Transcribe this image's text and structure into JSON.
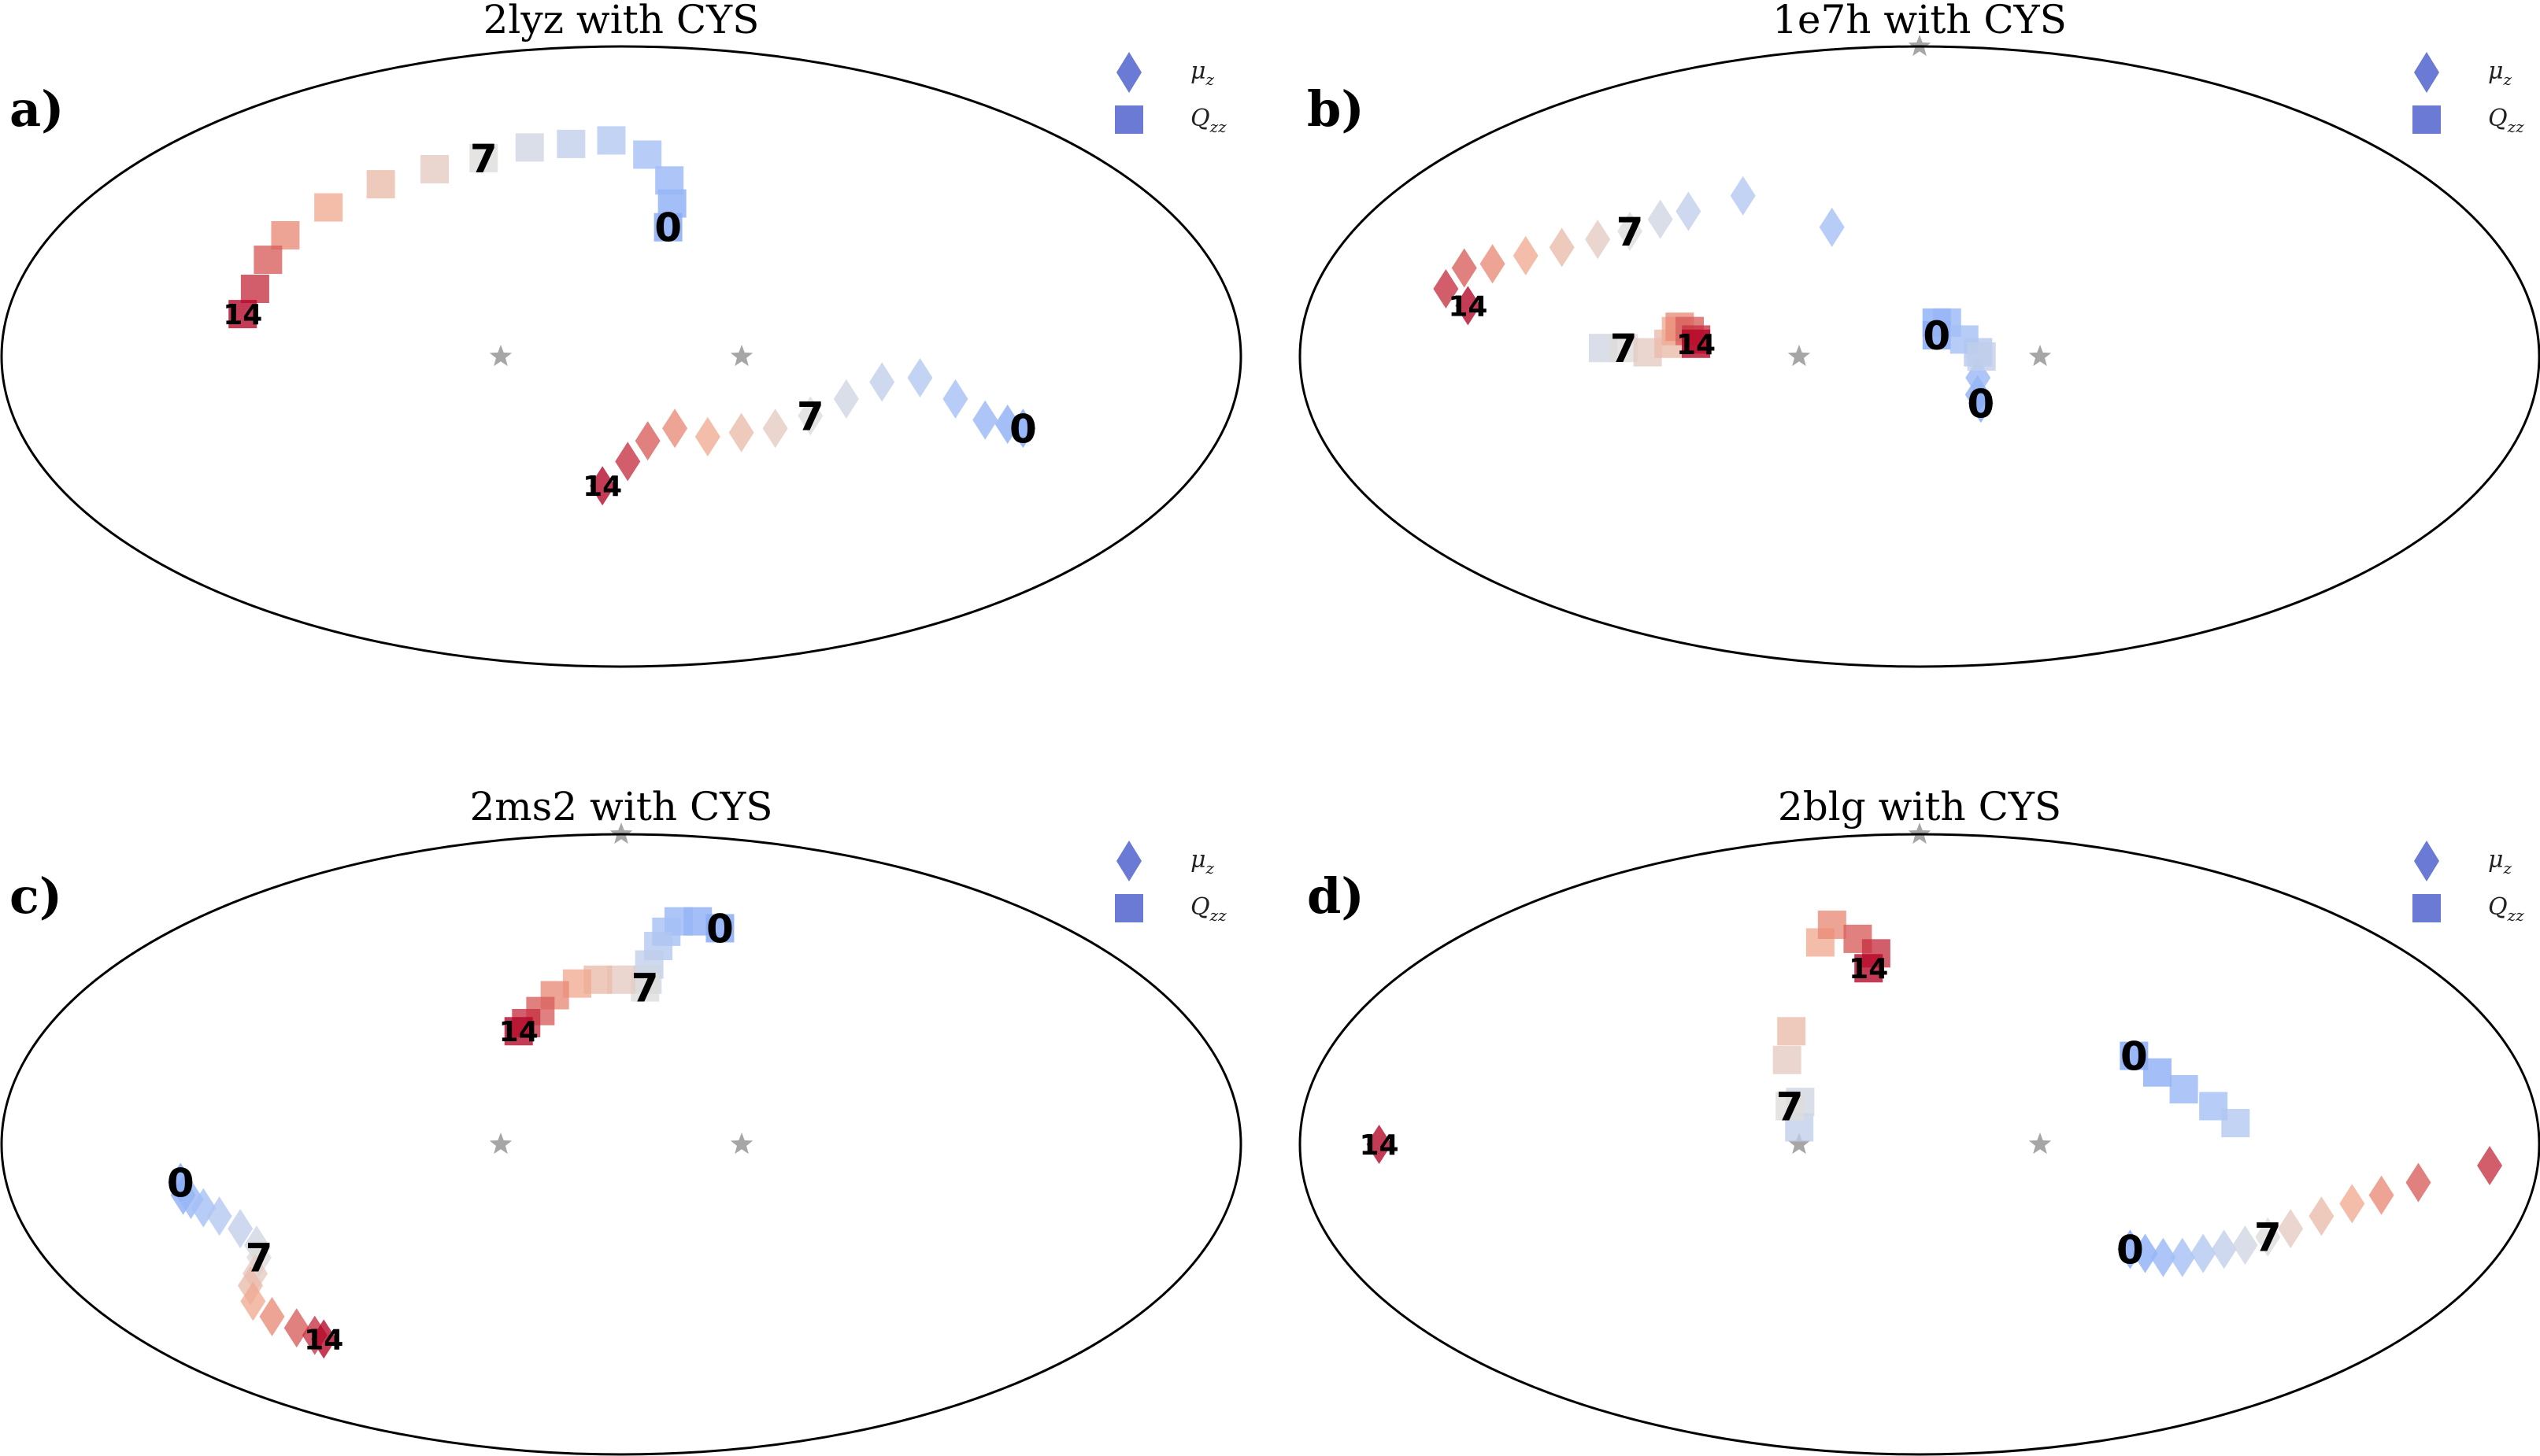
{
  "colors": {
    "start": "#3b4cc0",
    "mid": "#dddddd",
    "end": "#b40426",
    "legend_marker": "#5a6bd0",
    "star": "#a6a6a6"
  },
  "chart_data": [
    {
      "type": "scatter",
      "projection": "mollweide",
      "panel_label": "a)",
      "title": "2lyz with CYS",
      "grid": false,
      "legend_placement": "top-right",
      "legend": [
        {
          "symbol": "diamond",
          "label": "μ",
          "subscript": "z"
        },
        {
          "symbol": "square",
          "label": "Q",
          "subscript": "zz"
        }
      ],
      "frame_range": [
        0,
        14
      ],
      "reference_stars": [
        [
          -35,
          0
        ],
        [
          35,
          0
        ]
      ],
      "series": [
        {
          "name": "μ_z",
          "marker": "diamond",
          "lon": [
            120,
            115,
            108,
            98,
            87,
            76,
            66,
            56,
            46,
            36,
            26,
            16,
            8,
            2,
            -6
          ],
          "lat": [
            -17,
            -16,
            -15,
            -10,
            -5,
            -6,
            -10,
            -14,
            -17,
            -18,
            -19,
            -17,
            -20,
            -25,
            -31
          ],
          "annotations": [
            {
              "frame": 0,
              "text": "0"
            },
            {
              "frame": 7,
              "text": "7"
            },
            {
              "frame": 14,
              "text": "14"
            }
          ]
        },
        {
          "name": "Q_zz",
          "marker": "square",
          "lon": [
            15,
            17,
            17,
            10,
            -4,
            -20,
            -36,
            -52,
            -68,
            -84,
            -97,
            -106,
            -108,
            -109,
            -111
          ],
          "lat": [
            31,
            37,
            43,
            50,
            54,
            53,
            52,
            49,
            46,
            42,
            36,
            29,
            23,
            16,
            10
          ],
          "annotations": [
            {
              "frame": 0,
              "text": "0"
            },
            {
              "frame": 7,
              "text": "7"
            },
            {
              "frame": 14,
              "text": "14"
            }
          ]
        }
      ]
    },
    {
      "type": "scatter",
      "projection": "mollweide",
      "panel_label": "b)",
      "title": "1e7h with CYS",
      "grid": false,
      "legend_placement": "top-right",
      "legend": [
        {
          "symbol": "diamond",
          "label": "μ",
          "subscript": "z"
        },
        {
          "symbol": "square",
          "label": "Q",
          "subscript": "zz"
        }
      ],
      "frame_range": [
        0,
        14
      ],
      "reference_stars": [
        [
          0,
          90
        ],
        [
          -35,
          0
        ],
        [
          35,
          0
        ]
      ],
      "series": [
        {
          "name": "μ_z",
          "marker": "diamond",
          "lon": [
            18,
            17,
            17,
            -28,
            -60,
            -76,
            -84,
            -92,
            -101,
            -111,
            -121,
            -130,
            -138,
            -141,
            -133
          ],
          "lat": [
            -11,
            -9,
            -5,
            31,
            39,
            35,
            33,
            30,
            28,
            26,
            24,
            22,
            21,
            16,
            12
          ],
          "annotations": [
            {
              "frame": 0,
              "text": "0"
            },
            {
              "frame": 7,
              "text": "7"
            },
            {
              "frame": 14,
              "text": "14"
            }
          ]
        },
        {
          "name": "Q_zz",
          "marker": "square",
          "lon": [
            5,
            5,
            8,
            13,
            17,
            18,
            -92,
            -86,
            -79,
            -73,
            -71,
            -70,
            -67,
            -65,
            -65
          ],
          "lat": [
            5,
            8,
            8,
            4,
            1,
            0,
            2,
            2,
            1,
            3,
            6,
            7,
            6,
            4,
            3
          ],
          "annotations": [
            {
              "frame": 0,
              "text": "0"
            },
            {
              "frame": 7,
              "text": "7"
            },
            {
              "frame": 14,
              "text": "14"
            }
          ]
        }
      ]
    },
    {
      "type": "scatter",
      "projection": "mollweide",
      "panel_label": "c)",
      "title": "2ms2 with CYS",
      "grid": false,
      "legend_placement": "top-right",
      "legend": [
        {
          "symbol": "diamond",
          "label": "μ",
          "subscript": "z"
        },
        {
          "symbol": "square",
          "label": "Q",
          "subscript": "zz"
        }
      ],
      "frame_range": [
        0,
        14
      ],
      "reference_stars": [
        [
          0,
          90
        ],
        [
          -35,
          0
        ],
        [
          35,
          0
        ]
      ],
      "series": [
        {
          "name": "μ_z",
          "marker": "diamond",
          "lon": [
            -129,
            -129,
            -127,
            -124,
            -120,
            -115,
            -112,
            -113,
            -117,
            -121,
            -124,
            -122,
            -117,
            -113,
            -111
          ],
          "lat": [
            -9,
            -12,
            -13,
            -15,
            -17,
            -20,
            -24,
            -27,
            -31,
            -34,
            -38,
            -42,
            -45,
            -47,
            -48
          ],
          "annotations": [
            {
              "frame": 0,
              "text": "0"
            },
            {
              "frame": 7,
              "text": "7"
            },
            {
              "frame": 14,
              "text": "14"
            }
          ]
        },
        {
          "name": "Q_zz",
          "marker": "square",
          "lon": [
            40,
            32,
            24,
            18,
            14,
            10,
            9,
            8,
            0,
            -8,
            -15,
            -22,
            -26,
            -30,
            -32
          ],
          "lat": [
            54,
            56,
            56,
            53,
            49,
            44,
            40,
            38,
            40,
            40,
            39,
            36,
            32,
            29,
            27
          ],
          "annotations": [
            {
              "frame": 0,
              "text": "0"
            },
            {
              "frame": 7,
              "text": "7"
            },
            {
              "frame": 14,
              "text": "14"
            }
          ]
        }
      ]
    },
    {
      "type": "scatter",
      "projection": "mollweide",
      "panel_label": "d)",
      "title": "2blg with CYS",
      "grid": false,
      "legend_placement": "top-right",
      "legend": [
        {
          "symbol": "diamond",
          "label": "μ",
          "subscript": "z"
        },
        {
          "symbol": "square",
          "label": "Q",
          "subscript": "zz"
        }
      ],
      "frame_range": [
        0,
        14
      ],
      "reference_stars": [
        [
          0,
          90
        ],
        [
          -35,
          0
        ],
        [
          35,
          0
        ]
      ],
      "series": [
        {
          "name": "μ_z",
          "marker": "diamond",
          "lon": [
            65,
            70,
            76,
            82,
            88,
            94,
            100,
            106,
            112,
            120,
            128,
            136,
            146,
            166,
            -157
          ],
          "lat": [
            -25,
            -26,
            -27,
            -27,
            -26,
            -25,
            -24,
            -22,
            -20,
            -17,
            -14,
            -12,
            -9,
            -5,
            0
          ],
          "annotations": [
            {
              "frame": 0,
              "text": "0"
            },
            {
              "frame": 7,
              "text": "7"
            },
            {
              "frame": 14,
              "text": "14"
            }
          ]
        },
        {
          "name": "Q_zz",
          "marker": "square",
          "lon": [
            65,
            71,
            78,
            86,
            92,
            -35,
            -35,
            -38,
            -40,
            -40,
            -38,
            -36,
            -24,
            -16,
            -18
          ],
          "lat": [
            21,
            17,
            13,
            9,
            5,
            4,
            10,
            9,
            20,
            27,
            50,
            55,
            51,
            47,
            43
          ],
          "annotations": [
            {
              "frame": 0,
              "text": "0"
            },
            {
              "frame": 7,
              "text": "7"
            },
            {
              "frame": 14,
              "text": "14"
            }
          ]
        }
      ]
    }
  ]
}
